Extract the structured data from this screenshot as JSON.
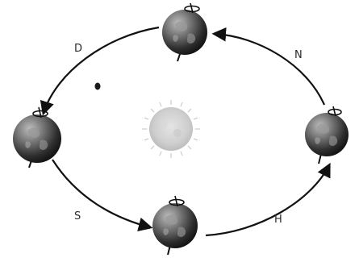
{
  "diagram": {
    "labels": {
      "top_left": "D",
      "top_right": "N",
      "bottom_left": "S",
      "bottom_right": "H"
    },
    "earth_positions": [
      "top",
      "right",
      "bottom",
      "left"
    ],
    "arrow_direction": "counter-clockwise",
    "colors": {
      "earth_dark": "#1f1f1f",
      "earth_light": "#9a9a9a",
      "sun": "#d2d2d2",
      "sun_rays": "#bdbdbd",
      "orbit": "#111111"
    }
  }
}
